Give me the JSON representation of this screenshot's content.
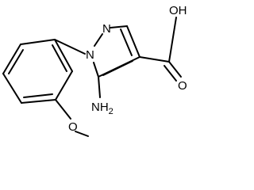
{
  "molecule": {
    "atoms": {
      "n2": "N",
      "n1": "N",
      "acid_oh": "OH",
      "acid_o": "O",
      "amine": "NH",
      "amine_sub": "2",
      "ether_o": "O"
    },
    "bond_color": "#000000",
    "background": "#ffffff"
  }
}
